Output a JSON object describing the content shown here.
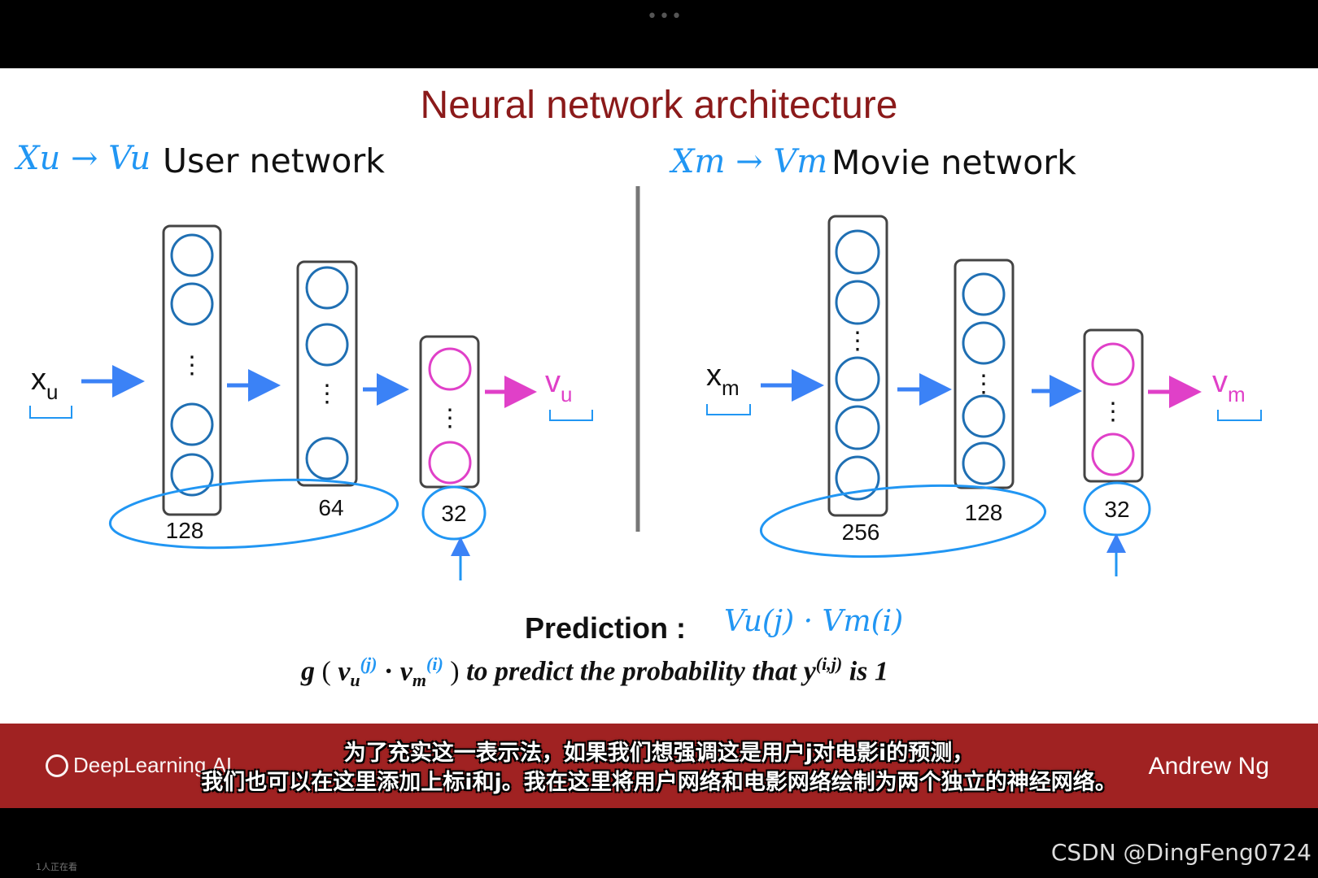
{
  "title": "Neural network architecture",
  "user": {
    "notation": "Xu → Vu",
    "heading": "User network",
    "input_symbol": "x",
    "input_sub": "u",
    "output_symbol": "v",
    "output_sub": "u",
    "layers": [
      "128",
      "64",
      "32"
    ]
  },
  "movie": {
    "notation": "Xm → Vm",
    "heading": "Movie network",
    "input_symbol": "x",
    "input_sub": "m",
    "output_symbol": "v",
    "output_sub": "m",
    "layers": [
      "256",
      "128",
      "32"
    ]
  },
  "prediction": {
    "label": "Prediction :",
    "handwritten": "Vu(j) · Vm(i)",
    "g": "g",
    "vu": "v",
    "vu_sub": "u",
    "vu_sup": "(j)",
    "vm": "v",
    "vm_sub": "m",
    "vm_sup": "(i)",
    "text": "to predict  the probability that",
    "y": "y",
    "y_sup": "(i,j)",
    "tail": "is 1"
  },
  "footer": {
    "brand": "DeepLearning.AI",
    "author": "Andrew Ng"
  },
  "subtitles": [
    "为了充实这一表示法，如果我们想强调这是用户j对电影i的预测，",
    "我们也可以在这里添加上标i和j。我在这里将用户网络和电影网络绘制为两个独立的神经网络。"
  ],
  "viewers": "1人正在看",
  "watermark": "CSDN @DingFeng0724",
  "colors": {
    "title": "#8b1a1a",
    "neuron": "#1f6fb3",
    "output_neuron": "#e040c8",
    "annotation": "#2196f3",
    "footer": "#a02222"
  }
}
